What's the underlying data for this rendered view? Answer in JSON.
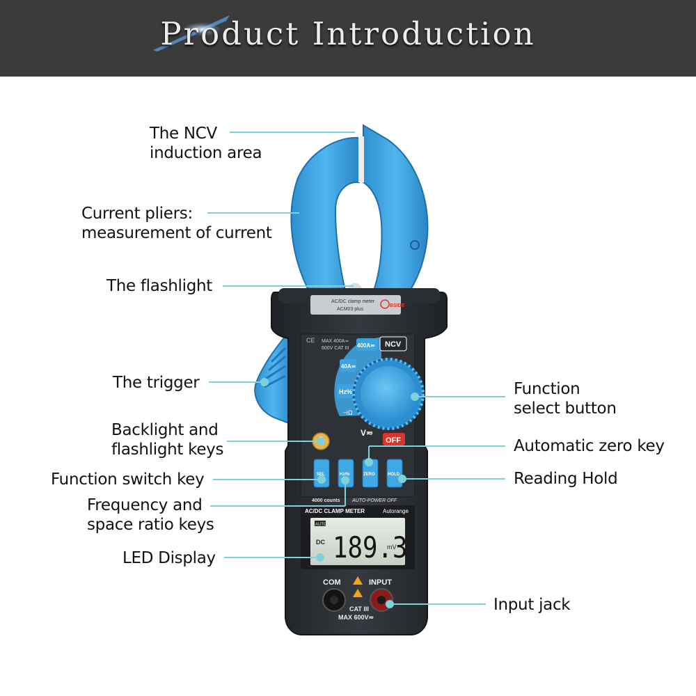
{
  "banner": {
    "title": "Product Introduction"
  },
  "labels": {
    "ncv": [
      "The NCV",
      "induction area"
    ],
    "pliers": [
      "Current pliers:",
      "measurement of current"
    ],
    "flashlight": "The flashlight",
    "trigger": "The trigger",
    "backlight": [
      "Backlight and",
      "flashlight keys"
    ],
    "function_switch": "Function switch key",
    "frequency": [
      "Frequency and",
      "space ratio keys"
    ],
    "led": "LED Display",
    "function_select": [
      "Function",
      "select button"
    ],
    "auto_zero": "Automatic zero key",
    "hold": "Reading Hold",
    "input_jack": "Input jack"
  },
  "device": {
    "top_label": [
      "AC/DC clamp meter",
      "ACM03 plus"
    ],
    "brand": "BSIDE",
    "spec": [
      "MAX 400A≂",
      "600V CAT III"
    ],
    "dial": {
      "a400": "400A≂",
      "a40": "40A≂",
      "hz": "Hz%",
      "res": "⊣Ω",
      "volt": "V≂",
      "ncv": "NCV",
      "off": "OFF"
    },
    "keys": {
      "sel": "SEL",
      "hz": "Hz/%",
      "zero": "ZERO",
      "hold": "HOLD"
    },
    "counts": "4000 counts",
    "auto_off": "AUTO-POWER OFF",
    "meter_name": "AC/DC CLAMP METER",
    "autorange": "Autorange",
    "lcd": {
      "auto": "AUTO",
      "dc": "DC",
      "reading": "189.3",
      "unit": "mV"
    },
    "jacks": {
      "com": "COM",
      "input": "INPUT",
      "cat": "CAT III",
      "max": "MAX 600V≂"
    }
  },
  "colors": {
    "banner": "#3b3b3b",
    "accent_blue": "#3fa9e8",
    "leader": "#7fd3d8",
    "body": "#2b2e33",
    "off_red": "#d9352b"
  }
}
